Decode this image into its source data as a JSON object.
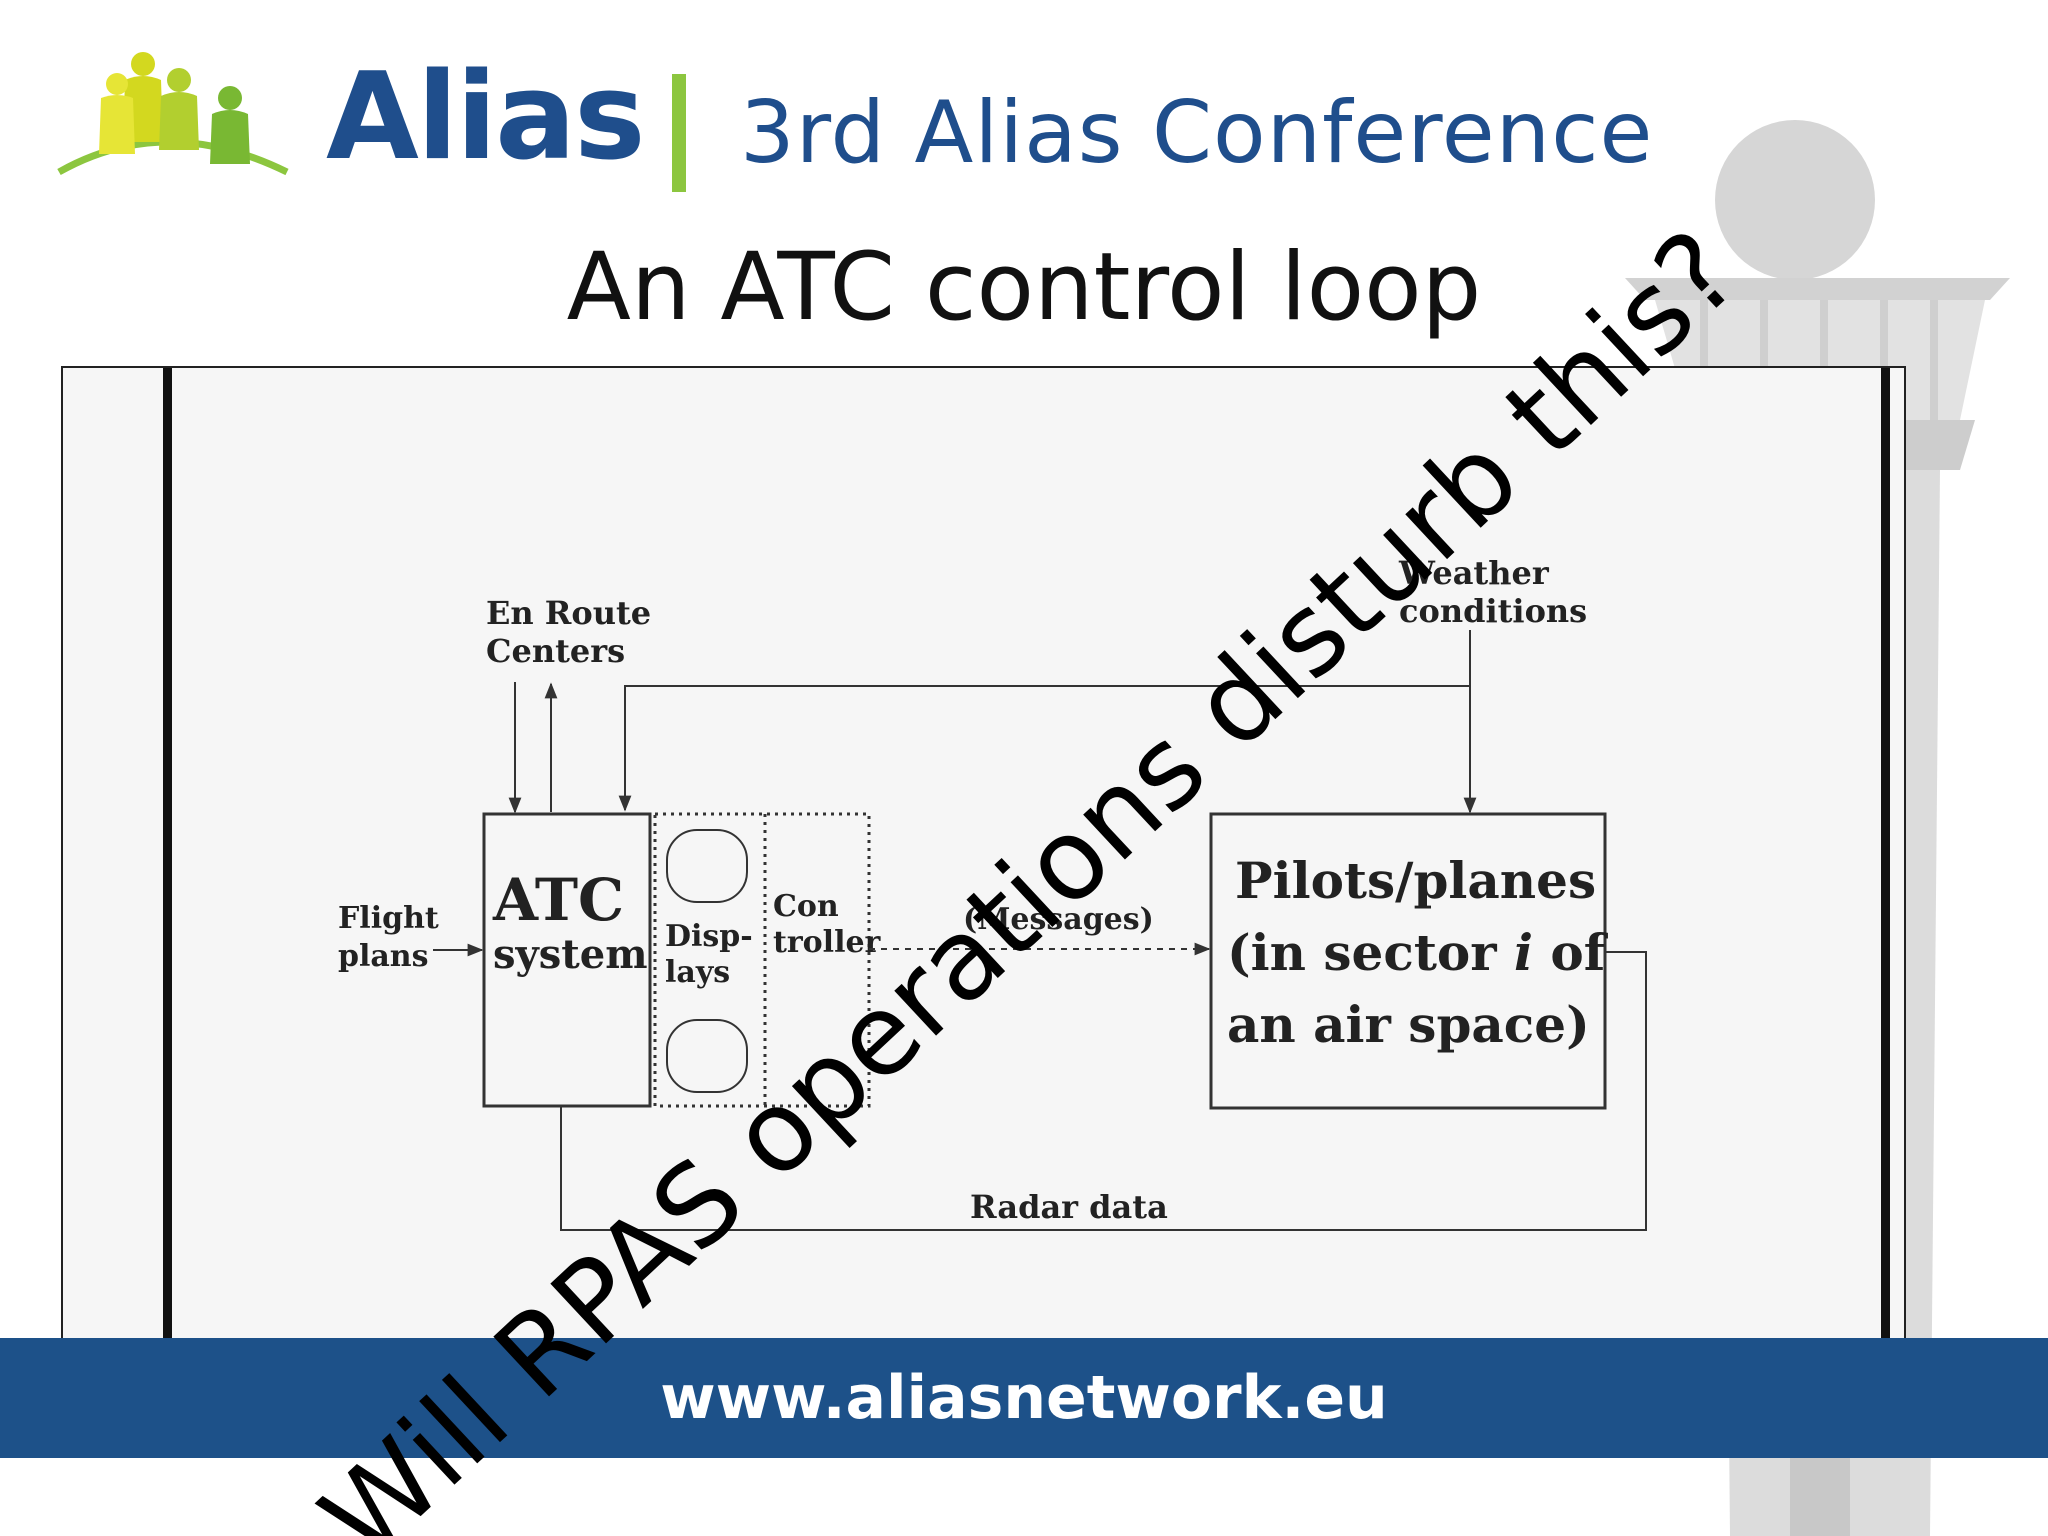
{
  "header": {
    "logo_text": "Alias",
    "conference": "3rd Alias Conference"
  },
  "slide": {
    "title": "An ATC control loop",
    "overlay_question": "Will RPAS operations disturb this?"
  },
  "diagram": {
    "en_route_line1": "En Route",
    "en_route_line2": "Centers",
    "weather_line1": "Weather",
    "weather_line2": "conditions",
    "flight_line1": "Flight",
    "flight_line2": "plans",
    "atc_line1": "ATC",
    "atc_line2": "system",
    "displays_line1": "Disp-",
    "displays_line2": "lays",
    "controller_line1": "Con",
    "controller_line2": "troller",
    "messages": "(Messages)",
    "pilots_line1": "Pilots/planes",
    "pilots_line2_pre": "(in sector ",
    "pilots_line2_i": "i",
    "pilots_line2_post": " of",
    "pilots_line3": "an air space)",
    "radar": "Radar data"
  },
  "footer": {
    "url": "www.aliasnetwork.eu"
  },
  "colors": {
    "brand_blue": "#1f4e8c",
    "brand_green": "#8cc63f",
    "footer_blue": "#1d5189",
    "tower_grey": "#d9d9d9"
  }
}
